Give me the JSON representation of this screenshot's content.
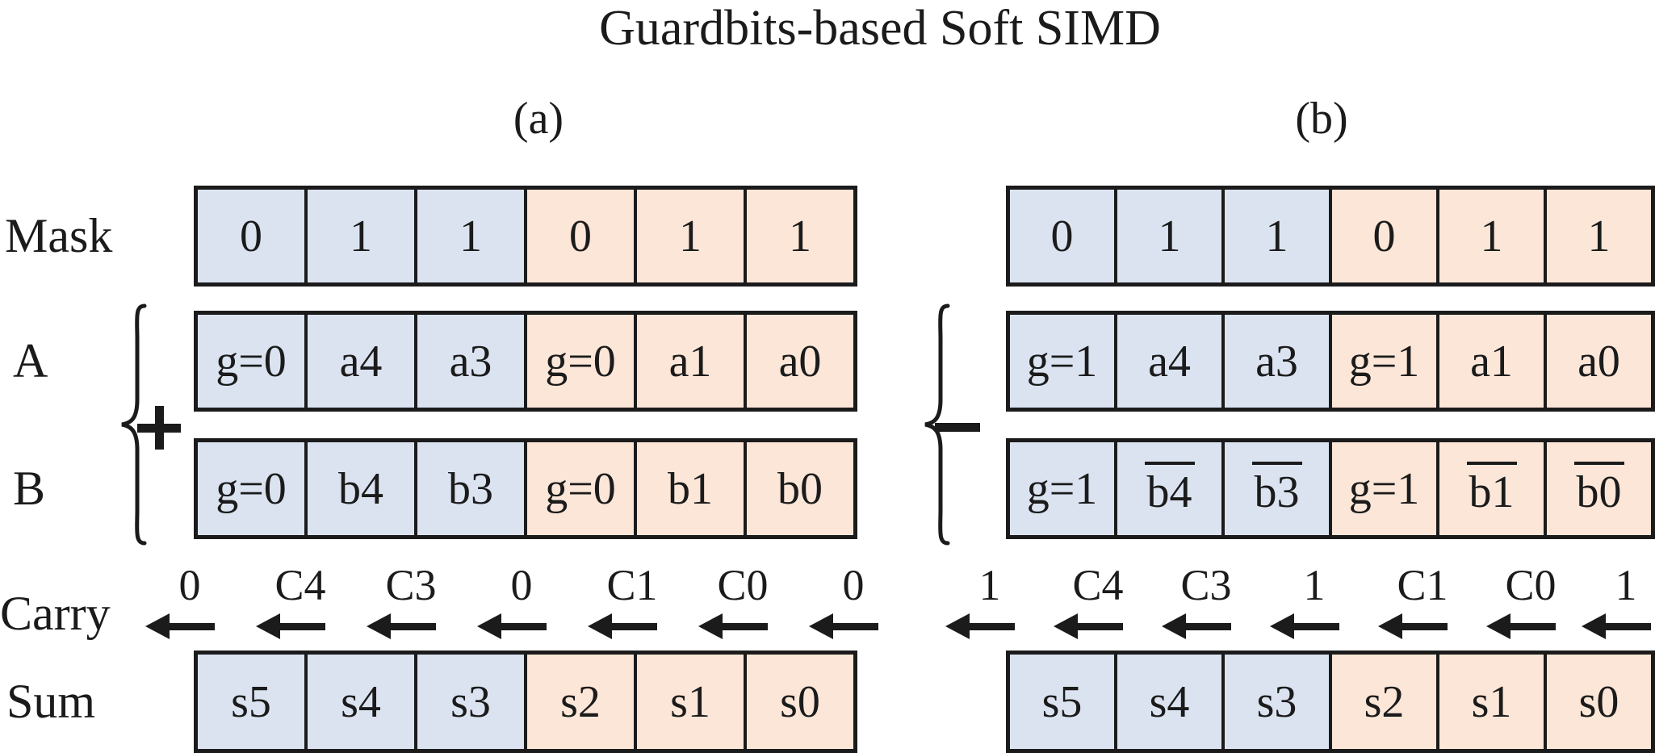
{
  "title": "Guardbits-based Soft SIMD",
  "colors": {
    "blue": "#dbe3f1",
    "orange": "#fce6d8",
    "line": "#1b1b1b",
    "bg": "#ffffff"
  },
  "row_labels": {
    "mask": "Mask",
    "a": "A",
    "b": "B",
    "carry": "Carry",
    "sum": "Sum"
  },
  "panels": [
    {
      "label": "(a)",
      "operator": "+",
      "mask": [
        "0",
        "1",
        "1",
        "0",
        "1",
        "1"
      ],
      "row_a": [
        "g=0",
        "a4",
        "a3",
        "g=0",
        "a1",
        "a0"
      ],
      "row_b": [
        "g=0",
        "b4",
        "b3",
        "g=0",
        "b1",
        "b0"
      ],
      "row_b_overline": [
        false,
        false,
        false,
        false,
        false,
        false
      ],
      "carry": [
        "0",
        "C4",
        "C3",
        "0",
        "C1",
        "C0",
        "0"
      ],
      "sum": [
        "s5",
        "s4",
        "s3",
        "s2",
        "s1",
        "s0"
      ]
    },
    {
      "label": "(b)",
      "operator": "−",
      "mask": [
        "0",
        "1",
        "1",
        "0",
        "1",
        "1"
      ],
      "row_a": [
        "g=1",
        "a4",
        "a3",
        "g=1",
        "a1",
        "a0"
      ],
      "row_b": [
        "g=1",
        "b4",
        "b3",
        "g=1",
        "b1",
        "b0"
      ],
      "row_b_overline": [
        false,
        true,
        true,
        false,
        true,
        true
      ],
      "carry": [
        "1",
        "C4",
        "C3",
        "1",
        "C1",
        "C0",
        "1"
      ],
      "sum": [
        "s5",
        "s4",
        "s3",
        "s2",
        "s1",
        "s0"
      ]
    }
  ]
}
